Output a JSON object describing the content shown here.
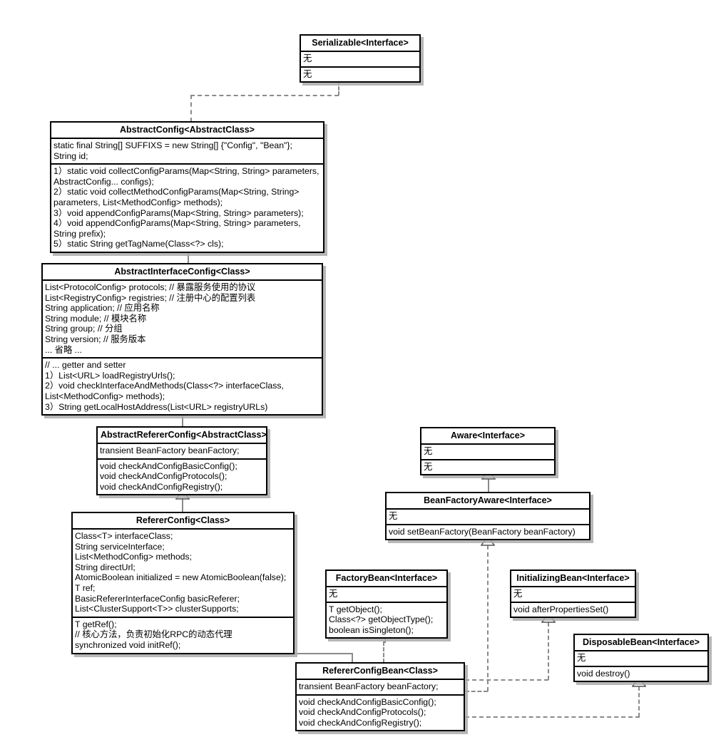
{
  "diagram": {
    "title": "Motan RPC RefererConfig UML class diagram",
    "type": "uml-class-diagram",
    "colors": {
      "background": "#ffffff",
      "box_border": "#000000",
      "box_fill": "#ffffff",
      "connector": "#8a8a8a",
      "shadow": "#aaaaaa"
    },
    "empty_marker": "无"
  },
  "classes": [
    {
      "id": "serializable",
      "name": "Serializable<Interface>",
      "stereotype": "Interface",
      "attributes": [
        "无"
      ],
      "methods": [
        "无"
      ]
    },
    {
      "id": "abstract-config",
      "name": "AbstractConfig<AbstractClass>",
      "stereotype": "AbstractClass",
      "attributes": [
        "static final String[] SUFFIXS = new String[] {\"Config\", \"Bean\"};",
        "String id;"
      ],
      "methods": [
        "1）static void collectConfigParams(Map<String, String> parameters, AbstractConfig... configs);",
        "2）static void collectMethodConfigParams(Map<String, String> parameters, List<MethodConfig> methods);",
        "3）void appendConfigParams(Map<String, String> parameters);",
        "4）void appendConfigParams(Map<String, String> parameters, String prefix);",
        "5）static String getTagName(Class<?> cls);"
      ]
    },
    {
      "id": "abstract-interface-config",
      "name": "AbstractInterfaceConfig<Class>",
      "stereotype": "Class",
      "attributes": [
        "List<ProtocolConfig> protocols; // 暴露服务使用的协议",
        "List<RegistryConfig> registries; // 注册中心的配置列表",
        "String application; // 应用名称",
        "String module; // 模块名称",
        "String group; // 分组",
        "String version; // 服务版本",
        "... 省略 ..."
      ],
      "methods": [
        "// ... getter and setter",
        "1）List<URL> loadRegistryUrls();",
        "2）void checkInterfaceAndMethods(Class<?> interfaceClass, List<MethodConfig> methods);",
        "3）String getLocalHostAddress(List<URL> registryURLs)"
      ]
    },
    {
      "id": "abstract-referer-config",
      "name": "AbstractRefererConfig<AbstractClass>",
      "stereotype": "AbstractClass",
      "attributes": [
        "transient BeanFactory beanFactory;"
      ],
      "methods": [
        "void checkAndConfigBasicConfig();",
        "void checkAndConfigProtocols();",
        "void checkAndConfigRegistry();"
      ]
    },
    {
      "id": "referer-config",
      "name": "RefererConfig<Class>",
      "stereotype": "Class",
      "attributes": [
        "Class<T> interfaceClass;",
        "String serviceInterface;",
        "List<MethodConfig> methods;",
        "String directUrl;",
        "AtomicBoolean initialized = new AtomicBoolean(false);",
        "T ref;",
        "BasicRefererInterfaceConfig basicReferer;",
        "List<ClusterSupport<T>> clusterSupports;"
      ],
      "methods": [
        "T getRef();",
        "// 核心方法，负责初始化RPC的动态代理",
        "synchronized void initRef();"
      ]
    },
    {
      "id": "aware",
      "name": "Aware<Interface>",
      "stereotype": "Interface",
      "attributes": [
        "无"
      ],
      "methods": [
        "无"
      ]
    },
    {
      "id": "bean-factory-aware",
      "name": "BeanFactoryAware<Interface>",
      "stereotype": "Interface",
      "attributes": [
        "无"
      ],
      "methods": [
        "void setBeanFactory(BeanFactory beanFactory)"
      ]
    },
    {
      "id": "factory-bean",
      "name": "FactoryBean<Interface>",
      "stereotype": "Interface",
      "attributes": [
        "无"
      ],
      "methods": [
        "T getObject();",
        "Class<?> getObjectType();",
        "boolean isSingleton();"
      ]
    },
    {
      "id": "initializing-bean",
      "name": "InitializingBean<Interface>",
      "stereotype": "Interface",
      "attributes": [
        "无"
      ],
      "methods": [
        "void afterPropertiesSet()"
      ]
    },
    {
      "id": "disposable-bean",
      "name": "DisposableBean<Interface>",
      "stereotype": "Interface",
      "attributes": [
        "无"
      ],
      "methods": [
        "void destroy()"
      ]
    },
    {
      "id": "referer-config-bean",
      "name": "RefererConfigBean<Class>",
      "stereotype": "Class",
      "attributes": [
        "transient BeanFactory beanFactory;"
      ],
      "methods": [
        "void checkAndConfigBasicConfig();",
        "void checkAndConfigProtocols();",
        "void checkAndConfigRegistry();"
      ]
    }
  ],
  "relations": [
    {
      "from": "abstract-config",
      "to": "serializable",
      "kind": "realization"
    },
    {
      "from": "abstract-interface-config",
      "to": "abstract-config",
      "kind": "generalization"
    },
    {
      "from": "abstract-referer-config",
      "to": "abstract-interface-config",
      "kind": "generalization"
    },
    {
      "from": "referer-config",
      "to": "abstract-referer-config",
      "kind": "generalization"
    },
    {
      "from": "bean-factory-aware",
      "to": "aware",
      "kind": "generalization"
    },
    {
      "from": "referer-config-bean",
      "to": "referer-config",
      "kind": "generalization"
    },
    {
      "from": "referer-config-bean",
      "to": "factory-bean",
      "kind": "realization"
    },
    {
      "from": "referer-config-bean",
      "to": "bean-factory-aware",
      "kind": "realization"
    },
    {
      "from": "referer-config-bean",
      "to": "initializing-bean",
      "kind": "realization"
    },
    {
      "from": "referer-config-bean",
      "to": "disposable-bean",
      "kind": "realization"
    }
  ]
}
